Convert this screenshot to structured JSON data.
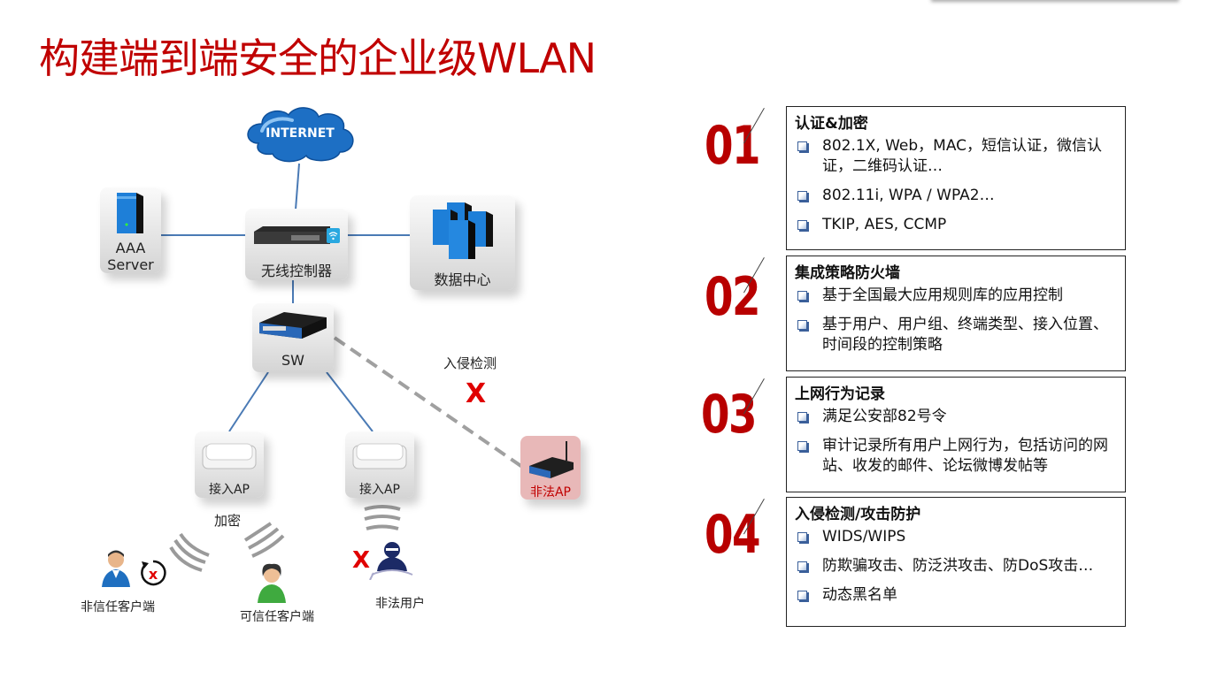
{
  "page": {
    "title": "构建端到端安全的企业级WLAN"
  },
  "diagram": {
    "internet": "INTERNET",
    "aaa_server": [
      "AAA",
      "Server"
    ],
    "wireless_controller": "无线控制器",
    "data_center": "数据中心",
    "switch": "SW",
    "intrusion_detection": "入侵检测",
    "access_ap_1": "接入AP",
    "access_ap_2": "接入AP",
    "rogue_ap": "非法AP",
    "encryption": "加密",
    "untrusted_client": "非信任客户端",
    "trusted_client": "可信任客户端",
    "illegal_user": "非法用户",
    "blocked_mark": "X",
    "colors": {
      "link": "#4a7ab5",
      "rogue_link": "#a0a0a0",
      "alert": "#e00000"
    }
  },
  "features": [
    {
      "number": "01",
      "heading": "认证&加密",
      "items": [
        "802.1X, Web，MAC，短信认证，微信认证，二维码认证…",
        "802.11i, WPA / WPA2…",
        "TKIP, AES, CCMP"
      ]
    },
    {
      "number": "02",
      "heading": "集成策略防火墙",
      "items": [
        "基于全国最大应用规则库的应用控制",
        "基于用户、用户组、终端类型、接入位置、时间段的控制策略"
      ]
    },
    {
      "number": "03",
      "heading": "上网行为记录",
      "items": [
        "满足公安部82号令",
        "审计记录所有用户上网行为，包括访问的网站、收发的邮件、论坛微博发帖等"
      ]
    },
    {
      "number": "04",
      "heading": "入侵检测/攻击防护",
      "items": [
        "WIDS/WIPS",
        "防欺骗攻击、防泛洪攻击、防DoS攻击…",
        "动态黑名单"
      ]
    }
  ],
  "theme": {
    "accent": "#c00000",
    "number_color": "#b80000",
    "bullet_color": "#3a5f9a"
  }
}
